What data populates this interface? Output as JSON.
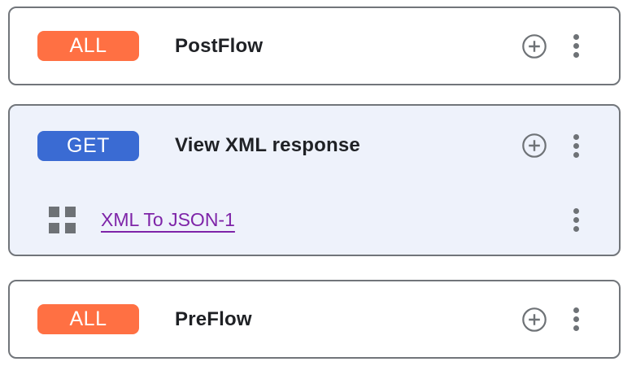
{
  "flows": [
    {
      "badge": "ALL",
      "title": "PostFlow",
      "policies": []
    },
    {
      "badge": "GET",
      "title": "View XML response",
      "policies": [
        {
          "name": "XML To JSON-1"
        }
      ]
    },
    {
      "badge": "ALL",
      "title": "PreFlow",
      "policies": []
    }
  ],
  "icons": {
    "add": "plus-circle-icon",
    "menu": "kebab-menu-icon",
    "policy": "grid-icon"
  },
  "colors": {
    "badge_all": "#FF7043",
    "badge_get": "#3A6BD3",
    "badge_text": "#FFFFFF",
    "highlight_card_bg": "#EEF2FB",
    "card_border": "#71757A",
    "title_text": "#1F2125",
    "link": "#7E24A8",
    "icon_gray": "#6E7276"
  }
}
